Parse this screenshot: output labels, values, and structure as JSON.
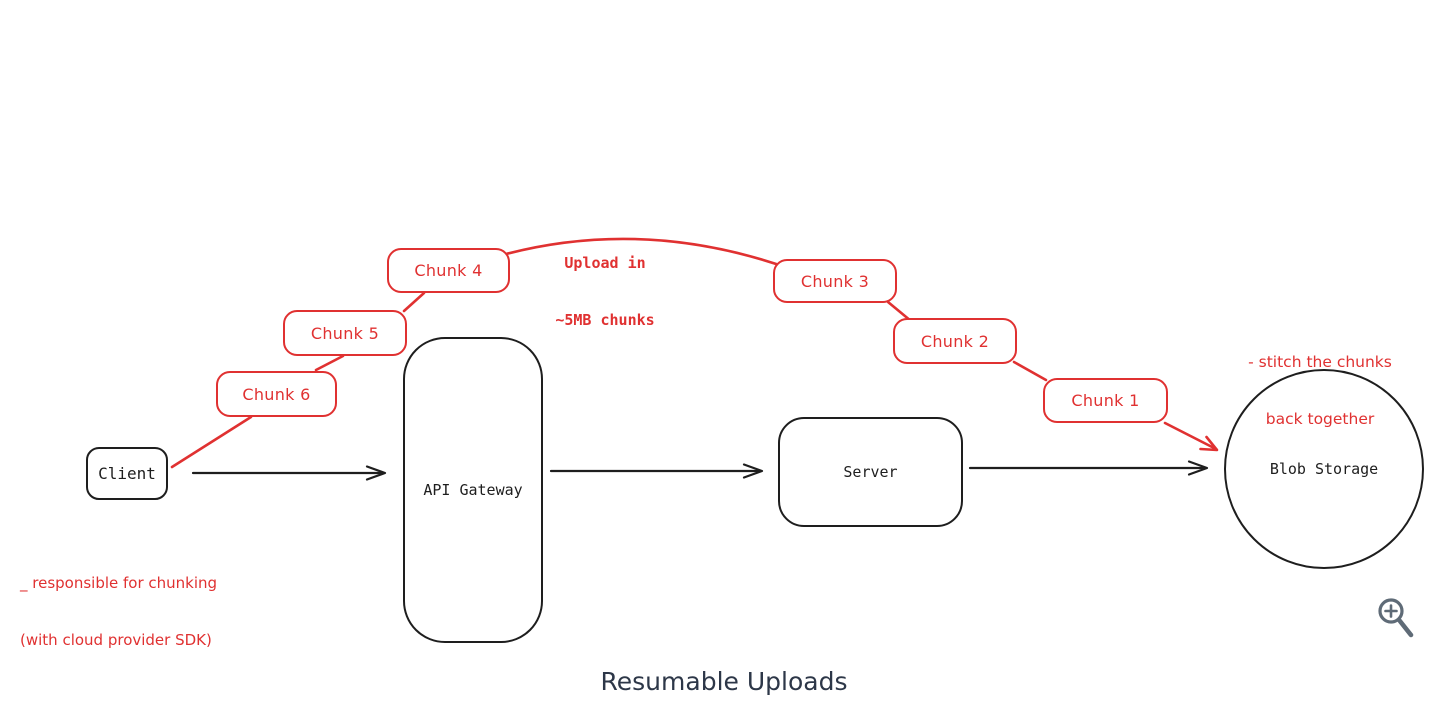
{
  "title": "Resumable Uploads",
  "nodes": {
    "client": "Client",
    "api_gateway": "API Gateway",
    "server": "Server",
    "blob_storage": "Blob Storage"
  },
  "chunks": {
    "c1": "Chunk 1",
    "c2": "Chunk 2",
    "c3": "Chunk 3",
    "c4": "Chunk 4",
    "c5": "Chunk 5",
    "c6": "Chunk 6"
  },
  "annotations": {
    "upload_line1": "Upload in",
    "upload_line2": "~5MB chunks",
    "stitch_line1": "- stitch the chunks",
    "stitch_line2": "back together",
    "chunking_line1": "_ responsible for chunking",
    "chunking_line2": "(with cloud provider SDK)"
  },
  "colors": {
    "accent_red": "#e03131",
    "ink_black": "#1e1e1e",
    "title_text": "#2d3748",
    "zoom_icon_gray": "#5f6b77"
  }
}
